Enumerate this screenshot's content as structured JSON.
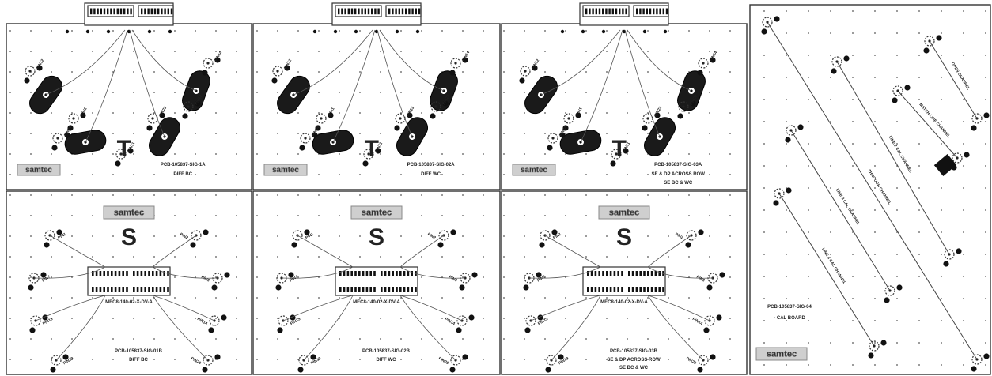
{
  "panels": [
    {
      "id": "sig-01a",
      "part": "PCB-105837-SIG-1A",
      "notes": [
        "DIFF BC"
      ],
      "mark": "T",
      "connector": "",
      "pins": [
        "PIN12",
        "PIN1",
        "PIN11",
        "PIN23",
        "PIN22",
        "PIN14",
        "PIN24"
      ]
    },
    {
      "id": "sig-02a",
      "part": "PCB-105837-SIG-02A",
      "notes": [
        "DIFF WC"
      ],
      "mark": "T",
      "connector": "",
      "pins": [
        "PIN12",
        "PIN1",
        "PIN11",
        "PIN23",
        "PIN22",
        "PIN14",
        "PIN24"
      ]
    },
    {
      "id": "sig-03a",
      "part": "PCB-105837-SIG-03A",
      "notes": [
        "SE & DP ACROSS ROW",
        "SE BC & WC"
      ],
      "mark": "T",
      "connector": "",
      "pins": [
        "PIN12",
        "PIN1",
        "PIN11",
        "PIN23",
        "PIN22",
        "PIN14",
        "PIN24"
      ]
    },
    {
      "id": "sig-01b",
      "part": "PCB-105837-SIG-01B",
      "notes": [
        "DIFF BC"
      ],
      "mark": "S",
      "connector": "MEC8-140-02-X-DV-A",
      "pins": [
        "PIN1",
        "PIN2",
        "PIN7",
        "PIN8",
        "PIN13",
        "PIN14",
        "PIN19",
        "PIN20"
      ]
    },
    {
      "id": "sig-02b",
      "part": "PCB-105837-SIG-02B",
      "notes": [
        "DIFF WC"
      ],
      "mark": "S",
      "connector": "MEC8-140-02-X-DV-A",
      "pins": [
        "PIN1",
        "PIN2",
        "PIN7",
        "PIN8",
        "PIN13",
        "PIN14",
        "PIN19",
        "PIN20"
      ]
    },
    {
      "id": "sig-03b",
      "part": "PCB-105837-SIG-03B",
      "notes": [
        "SE & DP ACROSS ROW",
        "SE BC & WC"
      ],
      "mark": "S",
      "connector": "MEC8-140-02-X-DV-A",
      "pins": [
        "PIN1",
        "PIN2",
        "PIN7",
        "PIN8",
        "PIN13",
        "PIN14",
        "PIN19",
        "PIN20"
      ]
    }
  ],
  "cal_board": {
    "part": "PCB-105837-SIG-04",
    "note": "- CAL BOARD",
    "traces": [
      "OPEN CHANNEL",
      "MATCH LINE CHANNEL",
      "LINE 2 CAL CHANNEL",
      "LINE 3 CAL CHANNEL",
      "LINE 4 CAL CHANNEL",
      "THROUGH CHANNEL"
    ]
  },
  "logo_text": "samtec"
}
